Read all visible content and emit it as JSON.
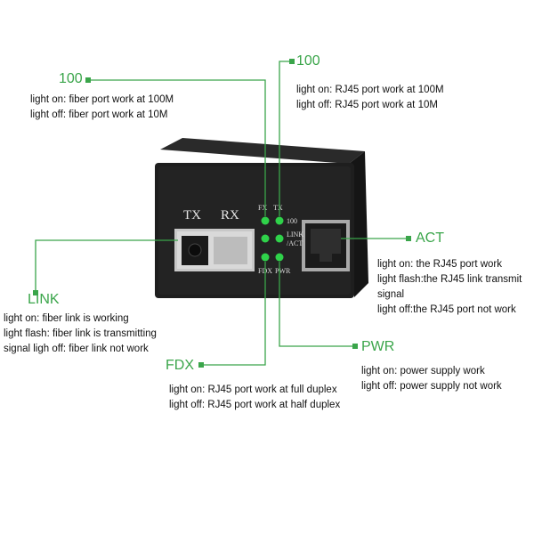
{
  "device": {
    "tx_label": "TX",
    "rx_label": "RX",
    "led_labels": {
      "fx": "FX",
      "tx": "TX",
      "speed": "100",
      "link": "LINK",
      "act": "/ACT",
      "fdx": "FDX",
      "pwr": "PWR"
    }
  },
  "callouts": {
    "fiber_100": {
      "title": "100",
      "lines": [
        "light on: fiber port work at 100M",
        "light off: fiber port work at 10M"
      ]
    },
    "rj45_100": {
      "title": "100",
      "lines": [
        "light on: RJ45 port work at 100M",
        "light off: RJ45 port work at 10M"
      ]
    },
    "act": {
      "title": "ACT",
      "lines": [
        "light on: the RJ45 port work",
        "light flash:the RJ45 link transmit",
        "signal",
        "light off:the RJ45 port not work"
      ]
    },
    "link": {
      "title": "LINK",
      "lines": [
        "light on:  fiber link is working",
        "light flash: fiber link is transmitting",
        "signal ligh off:  fiber link not work"
      ]
    },
    "fdx": {
      "title": "FDX",
      "lines": [
        "light on: RJ45 port work at full duplex",
        "light off: RJ45 port work at half duplex"
      ]
    },
    "pwr": {
      "title": "PWR",
      "lines": [
        "light on:  power supply work",
        "light off:  power supply not work"
      ]
    }
  },
  "colors": {
    "accent": "#3aa54a",
    "led_on": "#2fd24a",
    "device_body": "#1e1e1e"
  }
}
